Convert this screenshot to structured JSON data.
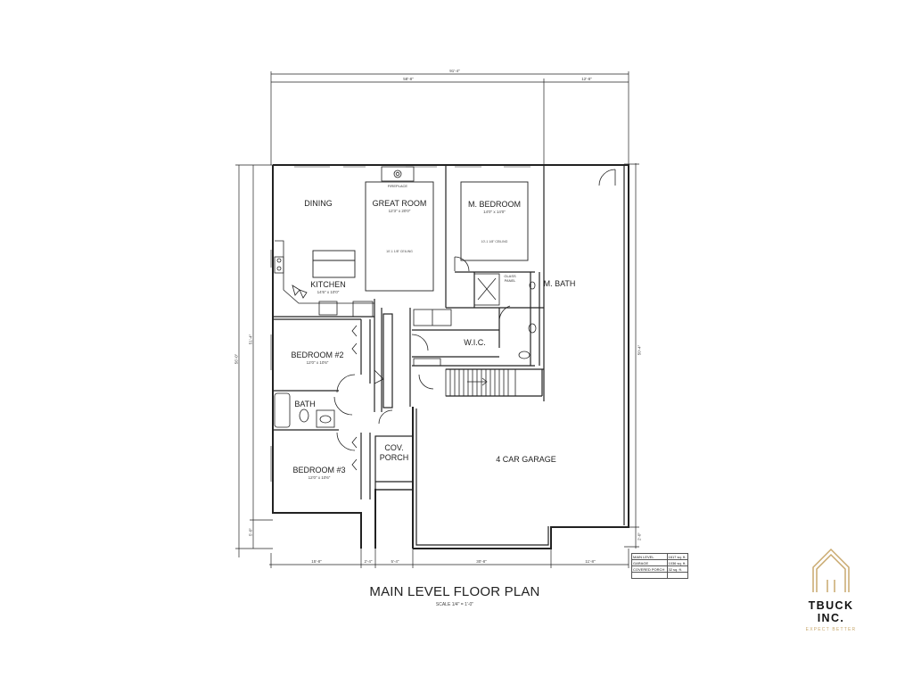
{
  "plan": {
    "title": "MAIN LEVEL FLOOR PLAN",
    "scale": "SCALE 1/4\" = 1'-0\""
  },
  "dimensions": {
    "top_overall": "91'-4\"",
    "top_left": "58'-8\"",
    "top_right": "12'-8\"",
    "left_overall": "56'-0\"",
    "left_upper": "51'-4\"",
    "left_lower": "5'-0\"",
    "right_main": "50'-4\"",
    "right_lower": "2'-0\"",
    "bottom": [
      "15'-8\"",
      "2'-4\"",
      "5'-4\"",
      "30'-8\"",
      "11'-8\""
    ]
  },
  "rooms": {
    "dining": {
      "name": "DINING"
    },
    "great_room": {
      "name": "GREAT ROOM",
      "size": "12'3\" x 20'0\"",
      "ceiling": "10'-1 1/8\" CEILING"
    },
    "fireplace": {
      "name": "FIREPLACE"
    },
    "kitchen": {
      "name": "KITCHEN",
      "size": "14'6\" x 10'0\""
    },
    "master_bedroom": {
      "name": "M. BEDROOM",
      "size": "14'0\" x 14'0\"",
      "ceiling": "10'-1 1/8\" CEILING"
    },
    "master_bath": {
      "name": "M. BATH"
    },
    "glass_panel": {
      "line1": "GLASS",
      "line2": "PANEL"
    },
    "wic": {
      "name": "W.I.C."
    },
    "bedroom2": {
      "name": "BEDROOM #2",
      "size": "12'0\" x 10'6\""
    },
    "bath": {
      "name": "BATH"
    },
    "bedroom3": {
      "name": "BEDROOM #3",
      "size": "12'0\" x 10'6\""
    },
    "porch": {
      "line1": "COV.",
      "line2": "PORCH"
    },
    "garage": {
      "name": "4 CAR GARAGE"
    }
  },
  "area_table": {
    "rows": [
      {
        "label": "MAIN LEVEL",
        "value": "1617 sq. ft."
      },
      {
        "label": "GARAGE",
        "value": "1036 sq. ft."
      },
      {
        "label": "COVERED PORCH",
        "value": "32 sq. ft."
      },
      {
        "label": "",
        "value": ""
      }
    ]
  },
  "logo": {
    "name": "TBUCK INC.",
    "tagline": "EXPECT BETTER",
    "color": "#c9a96e"
  }
}
